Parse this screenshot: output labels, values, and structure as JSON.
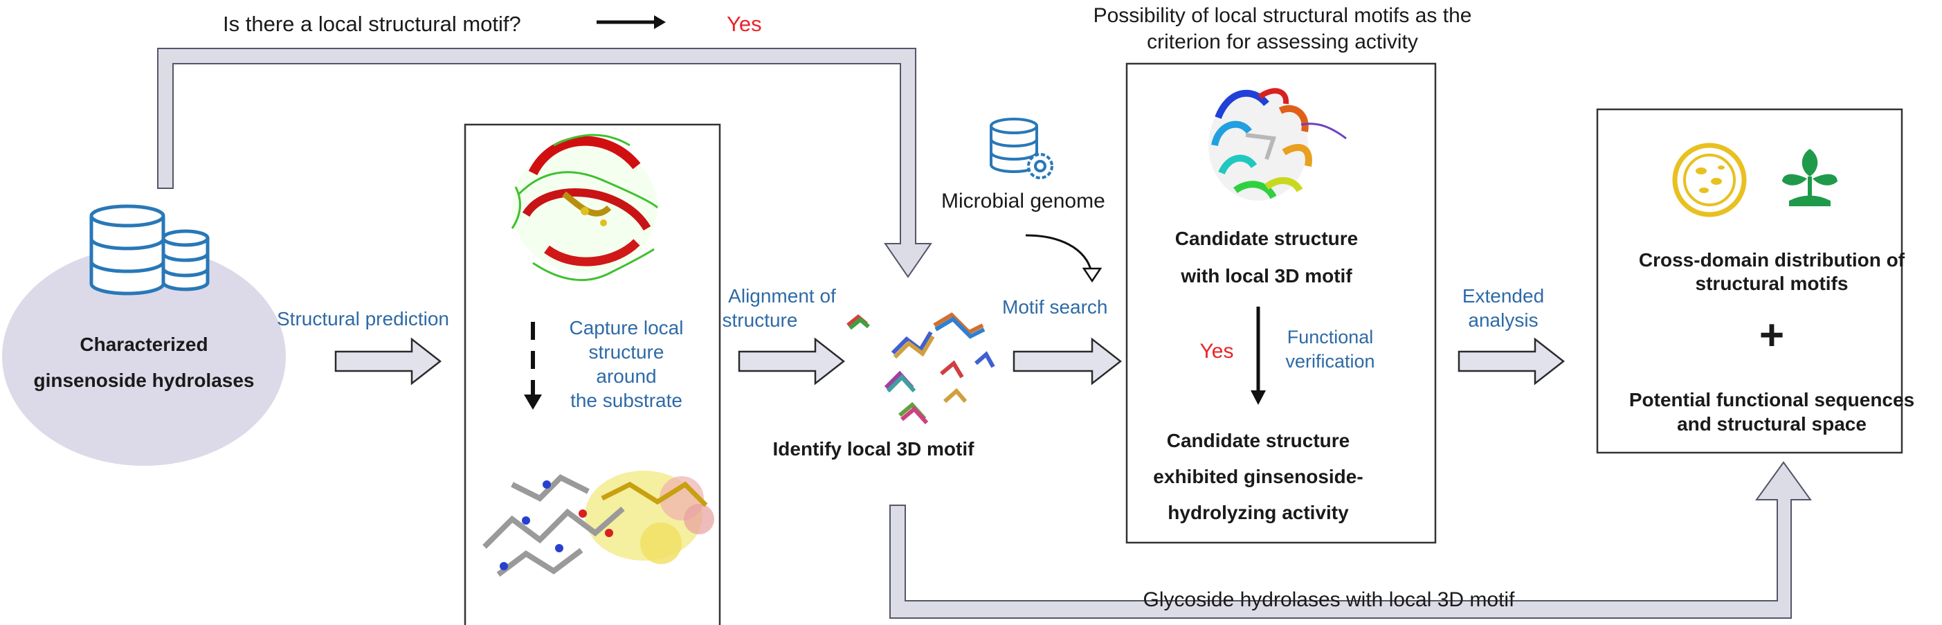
{
  "colors": {
    "blue_text": "#2e6aa6",
    "red_text": "#e8242a",
    "band_fill": "#dcdce6",
    "ellipse_fill": "#dcdae8",
    "arrow_fill": "#e2e2ec",
    "icon_blue": "#2878b8",
    "icon_yellow": "#e8c020",
    "icon_green": "#1f9a4a"
  },
  "top": {
    "question": "Is there a local structural motif?",
    "answer": "Yes",
    "possibility_line1": "Possibility of local structural motifs as the",
    "possibility_line2": "criterion for assessing activity"
  },
  "source": {
    "label_line1": "Characterized",
    "label_line2": "ginsenoside hydrolases",
    "icon": "database-icon"
  },
  "steps": {
    "structural_prediction": "Structural  prediction",
    "capture_line1": "Capture local",
    "capture_line2": "structure",
    "capture_line3": "around",
    "capture_line4": "the substrate",
    "alignment_line1": "Alignment of",
    "alignment_line2": "structure",
    "identify": "Identify local 3D motif",
    "microbial_genome": "Microbial genome",
    "motif_search": "Motif search",
    "extended_line1": "Extended",
    "extended_line2": "analysis"
  },
  "candidate": {
    "line1": "Candidate structure",
    "line2": "with local 3D motif",
    "yes": "Yes",
    "functional_line1": "Functional",
    "functional_line2": "verification",
    "result_line1": "Candidate structure",
    "result_line2": "exhibited ginsenoside-",
    "result_line3": "hydrolyzing activity"
  },
  "outcome": {
    "line1": "Cross-domain distribution of",
    "line2": "structural motifs",
    "plus": "+",
    "line3": "Potential functional sequences",
    "line4": "and structural space"
  },
  "bottom": {
    "glycoside_label": "Glycoside hydrolases with local 3D motif"
  }
}
